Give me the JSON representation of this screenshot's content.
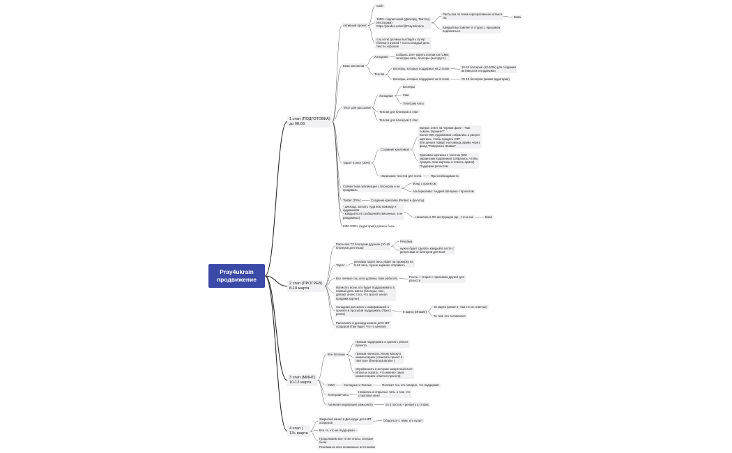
{
  "root": "Pray4ukrain\nпродвижение",
  "stages": {
    "s1": "1 этап (ПОДГОТОВКА)\nдо 08.03.",
    "s2": "2 этап (ПРОГРЕВ)\n8-10 марта",
    "s3": "3 этап (МИНТ)\n10-12 марта",
    "s4": "4 этап (\n13+ марта"
  },
  "nodes": {
    "active": "Активный проект",
    "site": "Сайт",
    "k1000": "1000+ подписчиков (Дискорд, Твиттер,\nИнстаграм)\nhttps://yandex.ua/ct/@Pray4ukraine",
    "mailing_chats": "Рассылка по всем корпоративным чатам в\nЛС",
    "vova1": "Вова",
    "stories": "Каждый выставляет в сторис с призывом\nподписаться",
    "soc_all": "соц сети! должны выглядеть супер\n(forlasp и trusted + посты каждый день\nтексты хорошие",
    "base": "База контактов",
    "cold": "Холодная",
    "cold_desc": "Собрать 100+ крипто контактов (СМИ,\nтелеграм-чаты, блогеры (англ/русс)",
    "warm": "Теплая",
    "bloggers2": "Блогеры, которые поддержат на 2 этапе",
    "bloggers2_desc": "10-15 блогеров (10-100к) для создания\nактивности и поддержки",
    "bloggers3": "Блогеры, которые поддержат на 3 этапе",
    "bloggers3_desc": "От 10 блогеров (живая аудитория)",
    "text_mail": "Текст для рассылки",
    "cold2": "Холодная",
    "tb_bloggers": "Блогеры",
    "tb_smi": "Сми",
    "tb_tg": "Телеграм чаты",
    "warm_b2": "Теплая для блогеров 2 этап",
    "warm_b3": "Теплая для блогеров 3 этап",
    "target": "Таргет в инст (30%)",
    "creatives": "Создание креативов",
    "cr1": "Вопрос ответ на черном фоне - \"Как\nпомочь Украине?\"\nБолее 900 художников собрались и рисуют\nкартины, чтобы продать НФТ\nВсе деньги пойдут на помощь армии через\nфонд \"Повернись Живим\"",
    "cr2": "Красивая картинка с текстом (900\nукраинских художников собрались, чтобы\nпродать свои картины и помочь армии)\nПоддержи репостом",
    "target_texts": "Написание текстов для гента",
    "if_needed": "При необходимости",
    "joint": "Совместная публикация с блогером и не\nпродавать",
    "fund": "Фонд с проектом",
    "alt": "Альтернатива: Андрей Шелцано с проектом",
    "twitter": "Twitter (70%)",
    "tw_desc": "Создание креатива (Ретвит и фоллоу)",
    "discord": "- дискорд, загнать туда всю команду и\nхудожников\n- каждый по 5 сообщений (связанных, а не\nрандомных)",
    "write_ls": "Написать в ЛС инструкцию где , что и как",
    "vova2": "Вова",
    "audience": "1000-2000+ (аудитория) должно быть",
    "ts_mail": "Рассылка ТЗ блогерам друзьям (10-15\nблогеров для пуша)",
    "ads": "Реклама",
    "reposts": "нужно будет сделать каждый в сесте с\nрепостами от блогеров для trust",
    "target2": "Таргет",
    "target2_desc": "реклама таргет весь уйдёт на проверку на\n5-24 часа, лучше заранее отправить",
    "all_soc": "Все личные соц сети должны тоже работать",
    "posts_stories": "Посты + сторис с призывом друзей для\nрепоста",
    "write_all": "Написать всем, кто будет поддерживать в\nпервый день минта (блогеры, сми ,\nделают анонс того, что проект начал\nпродажи картин)",
    "cold_mail": "Холодная рассылка с информацией о\nпроекте и просьбой поддержать (Пресс\nрелиз)",
    "march9": "9 марта (Инвайт)",
    "march10": "10 марта (инвит 2, там кто не ответил)",
    "those": "Те тем, кто согласился",
    "tell_disc": "Рассказать в дискорд канале для НФТ\nхолдеров (Там будет что-то ценное)",
    "all_bloggers": "Все блогеры",
    "b_call": "Призыв поддержать и сделать репост\nпроекта",
    "b_write": "Призыв написать Илону Маску в\nкомментариях (отметить проект в\nтвиттере @wepray4ukraine )",
    "b_answer": "Отреймонить в истории конкретный пост\nИлона и сказать, что именно там в\nкомментариях отметил проекта)",
    "smi": "СМИ",
    "smi_cw": "Холодные и Теплые",
    "smi_desc": "Фоловит тех, кто говорил, что поддержат",
    "tg_chats": "Телеграм-чаты",
    "tg_desc": "Написать в открытые чаты о том, что\nстартовал минт",
    "mod": "Активная модерация комьюнити",
    "mod_desc": "по 5 постов + репаить в сторис",
    "closed": "Закрытый канал в Дискорде для НФТ\nхолдеров",
    "thanks": "Общаться с теми, кто купил",
    "all_who": "Все те, кто не поддержал -",
    "continue": "Продолжаем все те же этапы, которые\nбыли",
    "ads_all": "Реклама во всех возможных источниках"
  }
}
